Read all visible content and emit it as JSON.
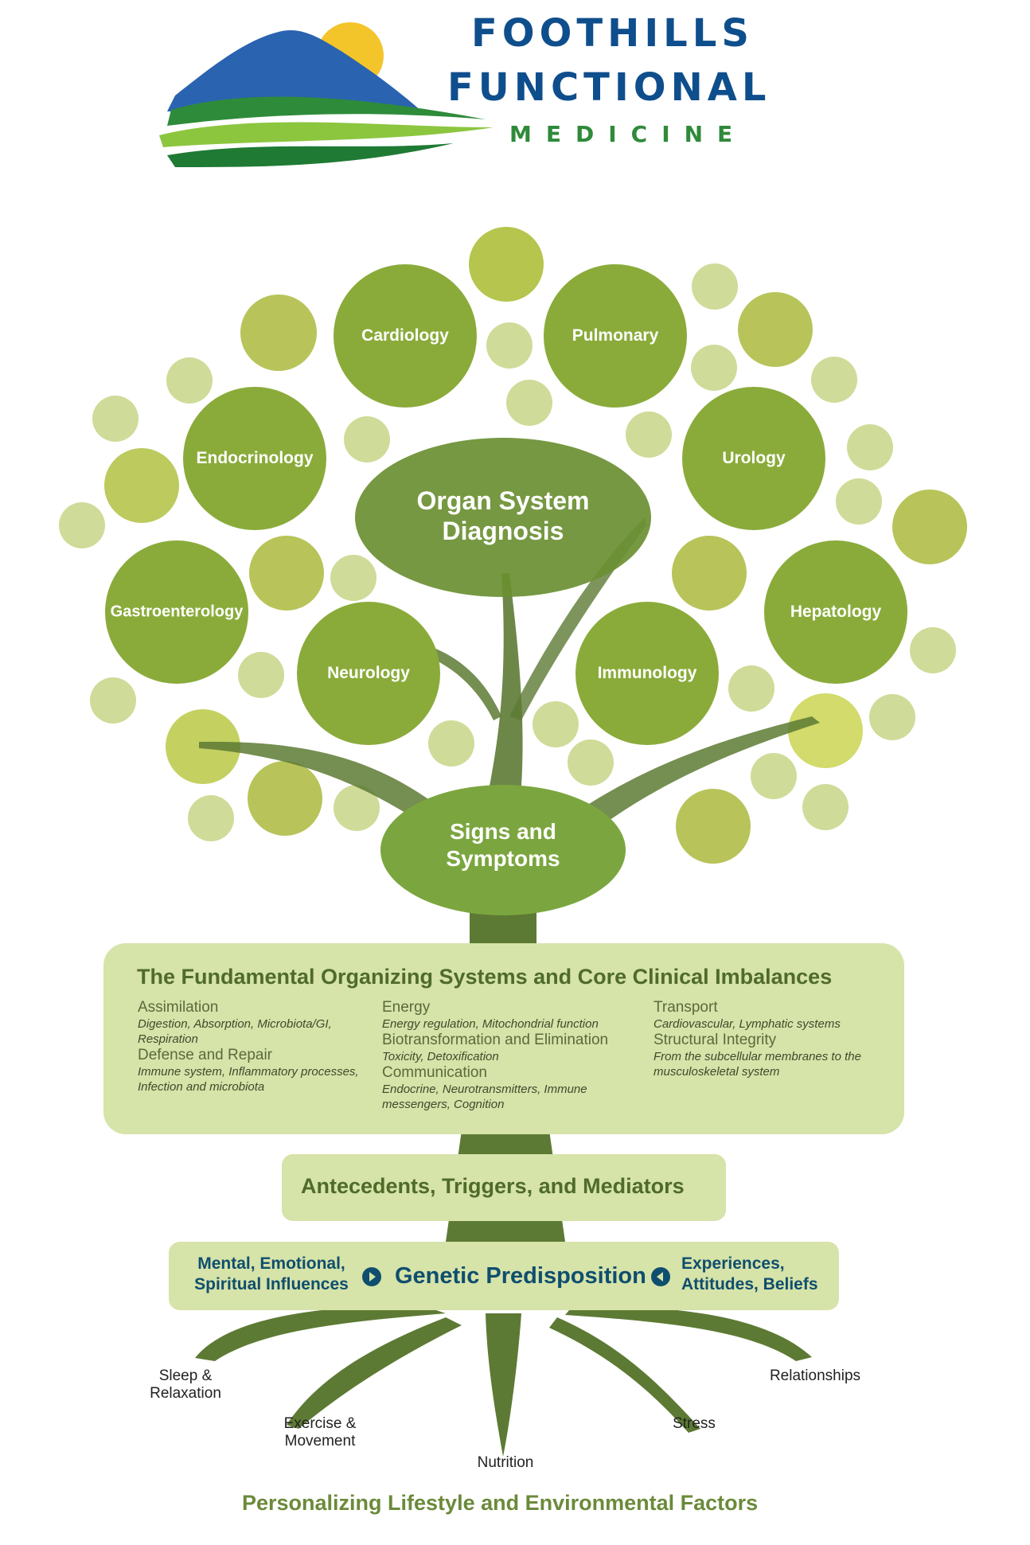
{
  "logo": {
    "line1": "FOOTHILLS",
    "line2": "FUNCTIONAL",
    "line3": "MEDICINE"
  },
  "branches": [
    {
      "label": "Cardiology"
    },
    {
      "label": "Pulmonary"
    },
    {
      "label": "Endocrinology"
    },
    {
      "label": "Urology"
    },
    {
      "label": "Gastroenterology"
    },
    {
      "label": "Hepatology"
    },
    {
      "label": "Neurology"
    },
    {
      "label": "Immunology"
    }
  ],
  "crown": {
    "top": "Organ System Diagnosis",
    "middle": "Signs and Symptoms"
  },
  "fundamentals": {
    "title": "The Fundamental Organizing Systems and Core Clinical Imbalances",
    "columns": [
      [
        {
          "name": "Assimilation",
          "desc": "Digestion, Absorption, Microbiota/GI, Respiration"
        },
        {
          "name": "Defense and Repair",
          "desc": "Immune system, Inflammatory processes, Infection and microbiota"
        }
      ],
      [
        {
          "name": "Energy",
          "desc": "Energy regulation, Mitochondrial function"
        },
        {
          "name": "Biotransformation and Elimination",
          "desc": "Toxicity, Detoxification"
        },
        {
          "name": "Communication",
          "desc": "Endocrine, Neurotransmitters, Immune messengers, Cognition"
        }
      ],
      [
        {
          "name": "Transport",
          "desc": "Cardiovascular, Lymphatic systems"
        },
        {
          "name": "Structural Integrity",
          "desc": "From the subcellular membranes to the musculoskeletal system"
        }
      ]
    ]
  },
  "antecedents": "Antecedents, Triggers, and Mediators",
  "genetics": {
    "left": "Mental, Emotional, Spiritual Influences",
    "center": "Genetic Predisposition",
    "right": "Experiences, Attitudes, Beliefs"
  },
  "roots": [
    {
      "label": "Sleep & Relaxation"
    },
    {
      "label": "Exercise & Movement"
    },
    {
      "label": "Nutrition"
    },
    {
      "label": "Stress"
    },
    {
      "label": "Relationships"
    }
  ],
  "footer": "Personalizing Lifestyle and Environmental Factors",
  "colors": {
    "logo_blue": "#0f4e8c",
    "logo_green": "#2f8a3a",
    "circle_green": "#8aab3a",
    "trunk": "#5d7a34",
    "panel": "#d6e3a9"
  }
}
